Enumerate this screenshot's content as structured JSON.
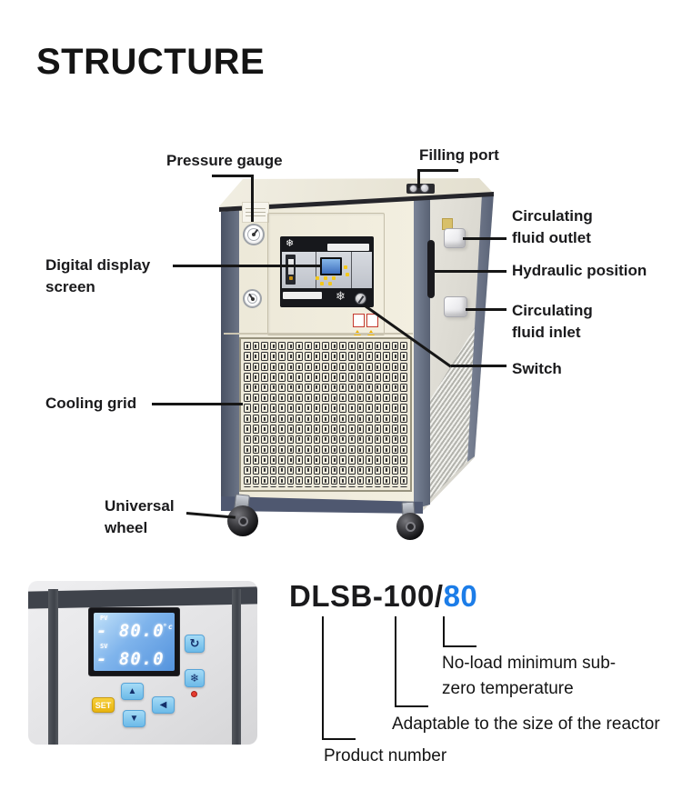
{
  "page": {
    "title": "STRUCTURE",
    "accent_blue": "#1c7de8",
    "background": "#ffffff"
  },
  "machine_callouts": {
    "pressure_gauge": "Pressure gauge",
    "filling_port": "Filling port",
    "digital_display_screen": "Digital display screen",
    "cooling_grid": "Cooling grid",
    "universal_wheel": "Universal wheel",
    "circulating_fluid_outlet": "Circulating fluid outlet",
    "hydraulic_position": "Hydraulic position",
    "circulating_fluid_inlet": "Circulating fluid inlet",
    "switch": "Switch"
  },
  "model": {
    "number_black": "DLSB-100/",
    "number_blue": "80",
    "callout_product_number": "Product number",
    "callout_reactor": "Adaptable to the size of the reactor",
    "callout_no_load": "No-load minimum sub-zero temperature"
  },
  "control_panel": {
    "pv_label": "PV",
    "pv_value": "- 80.0",
    "pv_unit": "°c",
    "sv_label": "SV",
    "sv_value": "- 80.0",
    "set_button": "SET"
  },
  "icons": {
    "snowflake": "❄",
    "circulate": "↻",
    "arrow_up": "▲",
    "arrow_down": "▼",
    "arrow_left": "◀"
  }
}
